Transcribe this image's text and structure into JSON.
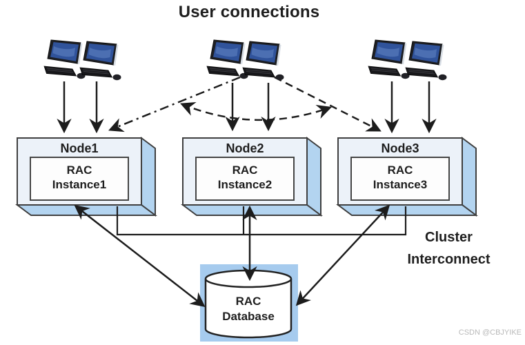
{
  "title": "User connections",
  "nodes": [
    {
      "name": "Node1",
      "instance": {
        "line1": "RAC",
        "line2": "Instance1"
      }
    },
    {
      "name": "Node2",
      "instance": {
        "line1": "RAC",
        "line2": "Instance2"
      }
    },
    {
      "name": "Node3",
      "instance": {
        "line1": "RAC",
        "line2": "Instance3"
      }
    }
  ],
  "database": {
    "line1": "RAC",
    "line2": "Database"
  },
  "cluster_interconnect": {
    "line1": "Cluster",
    "line2": "Interconnect"
  },
  "watermark": "CSDN @CBJYIKE",
  "icons": {
    "computer": "desktop-computer-icon",
    "database": "database-cylinder-icon"
  },
  "colors": {
    "node_face": "#ecf2f9",
    "node_side": "#b3d4f0",
    "node_border": "#3f3f3f",
    "inner_box_fill": "#fdfdfd",
    "db_background": "#a6cbee",
    "cylinder_fill": "#ffffff",
    "line": "#1c1c1c",
    "screen_blue": "#30539b",
    "watermark": "#b9b9b9"
  }
}
